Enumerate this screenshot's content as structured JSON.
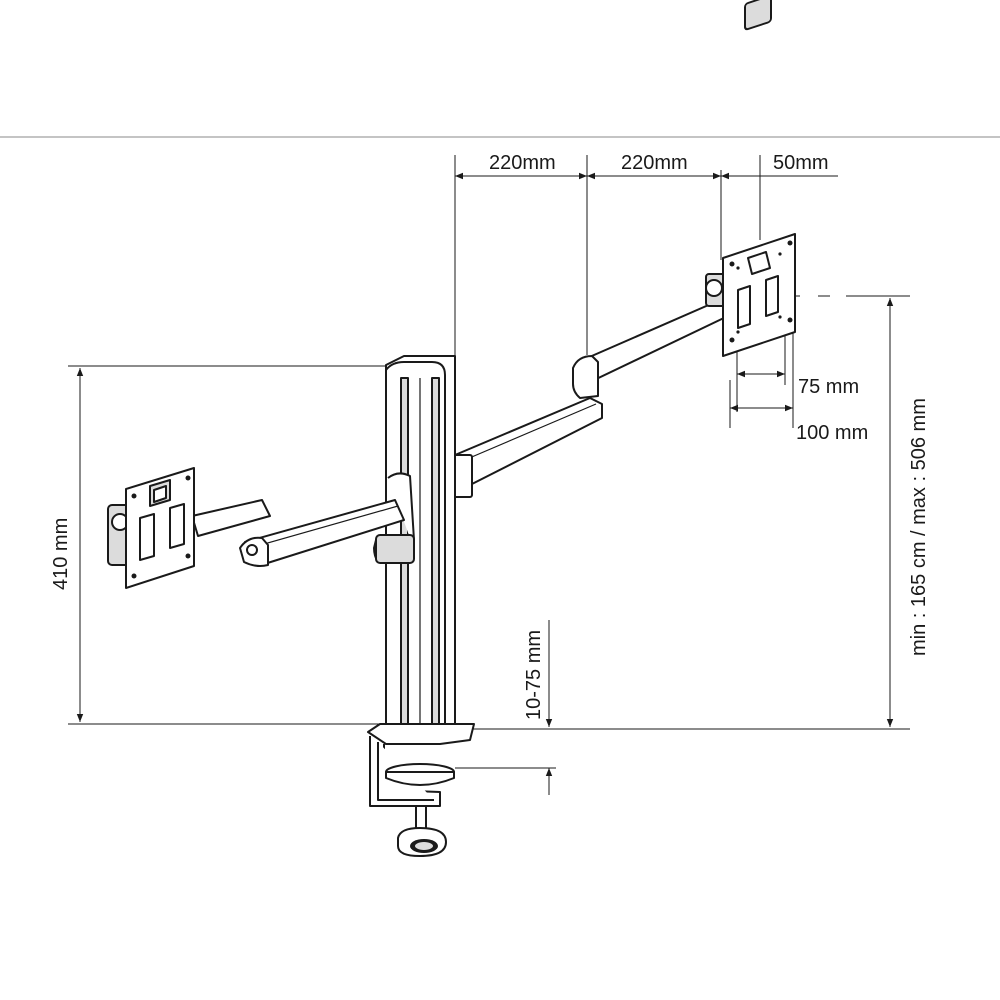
{
  "dimensions": {
    "arm_segment_1": "220mm",
    "arm_segment_2": "220mm",
    "plate_offset": "50mm",
    "vesa_small": "75 mm",
    "vesa_large": "100 mm",
    "column_height": "410 mm",
    "clamp_range": "10-75 mm",
    "desk_height": "min : 165 cm / max : 506 mm"
  },
  "colors": {
    "line": "#1a1a1a",
    "background": "#ffffff",
    "shade": "#dcdcdc"
  },
  "icons": [
    "vesa-plate-icon",
    "desk-clamp-icon",
    "pole-column-icon",
    "monitor-arm-icon"
  ]
}
